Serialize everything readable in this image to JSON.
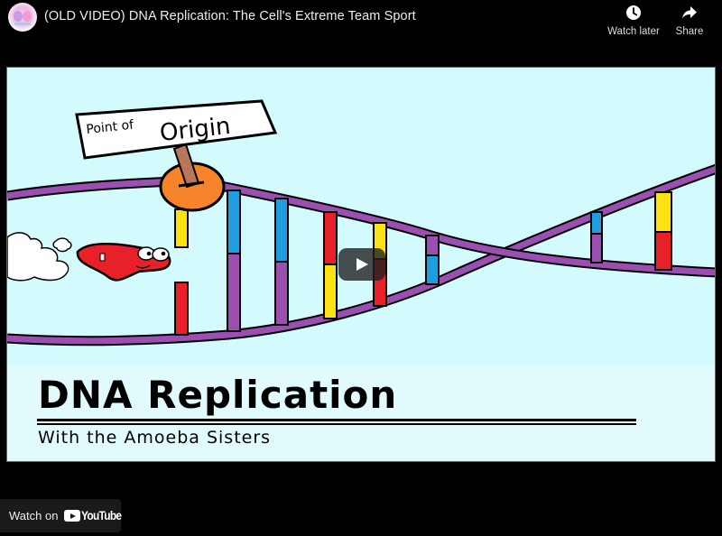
{
  "header": {
    "channel_avatar": "amoeba-sisters-avatar",
    "title": "(OLD VIDEO) DNA Replication: The Cell's Extreme Team Sport",
    "actions": [
      {
        "label": "Watch later",
        "icon": "clock-icon"
      },
      {
        "label": "Share",
        "icon": "share-arrow-icon"
      }
    ]
  },
  "thumbnail": {
    "sign_text_small": "Point of",
    "sign_text_large": "Origin",
    "headline": "DNA Replication",
    "subheadline": "With the Amoeba Sisters",
    "colors": {
      "background": "#d3fbfd",
      "backbone": "#9b4fb0",
      "base_red": "#e8202a",
      "base_yellow": "#fbe214",
      "base_blue": "#1e9ee0",
      "origin_circle": "#f7842a",
      "sign_post": "#b8765a",
      "enzyme": "#e8202a"
    }
  },
  "player": {
    "play_button": "play-icon"
  },
  "footer": {
    "watch_on_label": "Watch on",
    "brand": "YouTube"
  }
}
